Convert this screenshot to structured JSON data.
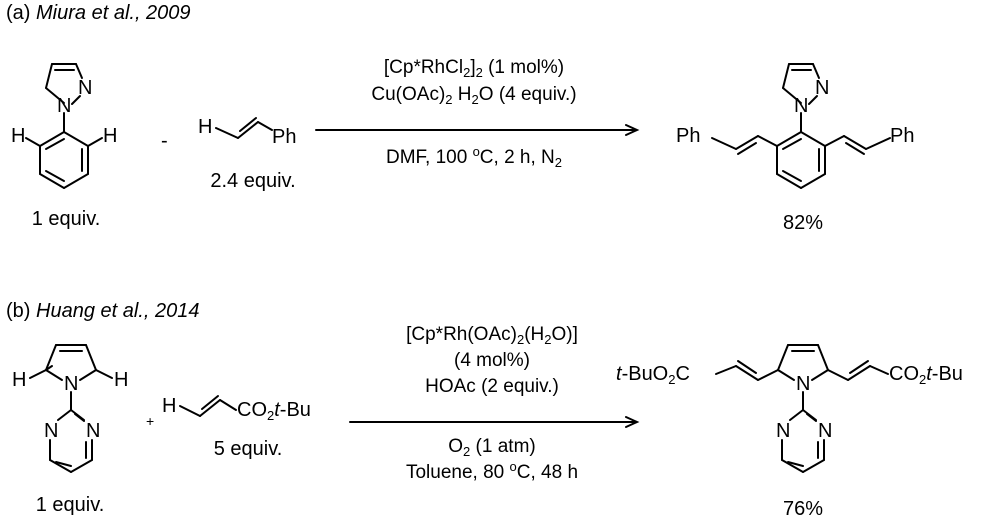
{
  "panel_a": {
    "header_letter": "(a)",
    "header_citation": "Miura et al., 2009",
    "reactant1_amount": "1 equiv.",
    "reactant2_amount": "2.4 equiv.",
    "plus_sign": "-",
    "product_yield": "82%",
    "atoms": {
      "H": "H",
      "N": "N",
      "Ph": "Ph"
    },
    "conditions": {
      "line1": "[Cp*RhCl",
      "line1_sub1": "2",
      "line1_mid": "]",
      "line1_sub2": "2",
      "line1_end": " (1 mol%)",
      "line2_a": "Cu(OAc)",
      "line2_sub1": "2",
      "line2_b": " H",
      "line2_sub2": "2",
      "line2_c": "O (4 equiv.)",
      "line3_a": "DMF, 100 ",
      "line3_sup": "o",
      "line3_b": "C, 2 h, N",
      "line3_sub": "2"
    }
  },
  "panel_b": {
    "header_letter": "(b)",
    "header_citation": "Huang et al., 2014",
    "reactant1_amount": "1 equiv.",
    "reactant2_amount": "5 equiv.",
    "plus_sign": "+",
    "product_yield": "76%",
    "atoms": {
      "H": "H",
      "N": "N"
    },
    "ester_left": {
      "tbu": "t",
      "a": "-BuO",
      "sub": "2",
      "b": "C"
    },
    "ester_right": {
      "a": "CO",
      "sub": "2",
      "tbu": "t",
      "b": "-Bu"
    },
    "conditions": {
      "line1_a": "[Cp*Rh(OAc)",
      "line1_sub": "2",
      "line1_b": "(H",
      "line1_sub2": "2",
      "line1_c": "O)]",
      "line2": "(4 mol%)",
      "line3": "HOAc (2 equiv.)",
      "line4_a": "O",
      "line4_sub": "2",
      "line4_b": " (1 atm)",
      "line5_a": "Toluene, 80 ",
      "line5_sup": "o",
      "line5_b": "C, 48 h"
    }
  }
}
